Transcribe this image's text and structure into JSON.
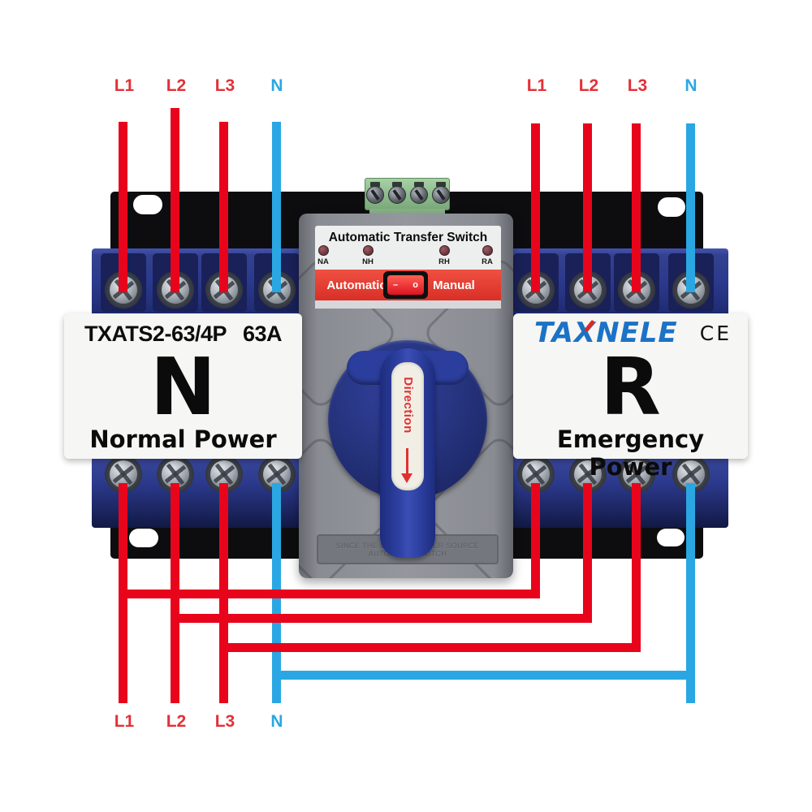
{
  "background": "#ffffff",
  "colors": {
    "wire_red": "#e8051c",
    "wire_blue": "#2aa7e3",
    "housing_blue": "#2c3a8e",
    "backplate_black": "#0d0d0f",
    "module_gray": "#8b8e94",
    "band_red": "#dd3a2e",
    "brand_blue": "#1b72c6",
    "sticker_white": "#f6f6f4",
    "terminal_green": "#8ab98a"
  },
  "labels_top_left": [
    "L1",
    "L2",
    "L3",
    "N"
  ],
  "labels_top_right": [
    "L1",
    "L2",
    "L3",
    "N"
  ],
  "labels_bottom": [
    "L1",
    "L2",
    "L3",
    "N"
  ],
  "controller": {
    "title": "Automatic Transfer Switch",
    "indicators": [
      "NA",
      "NH",
      "RH",
      "RA"
    ],
    "mode_left": "Automatic",
    "mode_right": "Manual",
    "rocker_left": "–",
    "rocker_right": "o"
  },
  "normal_side": {
    "model": "TXATS2-63/4P",
    "rating": "63A",
    "letter": "N",
    "caption": "Normal Power"
  },
  "emergency_side": {
    "brand": "TAXNELE",
    "certification": "CE",
    "letter": "R",
    "caption": "Emergency Power"
  },
  "knob": {
    "direction_text": "Direction"
  },
  "embossed_text": "SINCE THE DOUBLE POWER SOURCE AUTOMATIC SWITCH"
}
